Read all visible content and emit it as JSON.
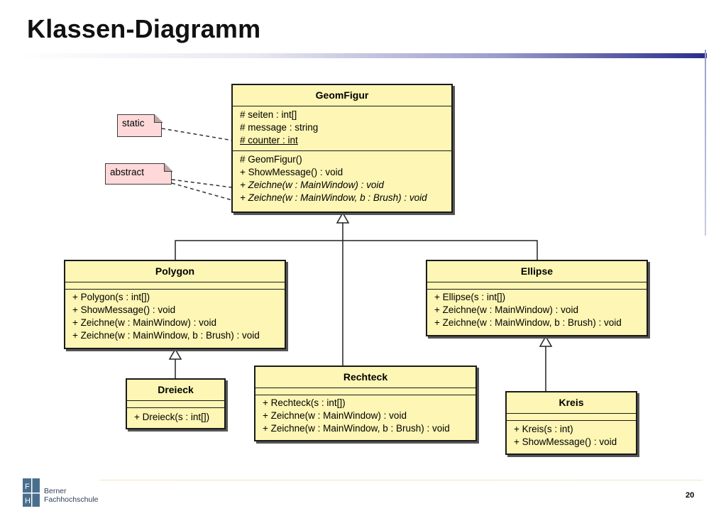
{
  "slide": {
    "title": "Klassen-Diagramm",
    "page_number": "20"
  },
  "footer": {
    "logo_letters": [
      "F",
      "H"
    ],
    "logo_lines": [
      "Berner",
      "Fachhochschule"
    ]
  },
  "notes": {
    "static": "static",
    "abstract": "abstract"
  },
  "classes": {
    "geomfigur": {
      "name": "GeomFigur",
      "attributes": [
        "# seiten : int[]",
        "# message : string",
        "# counter : int"
      ],
      "operations": [
        "# GeomFigur()",
        "+ ShowMessage() : void",
        "+ Zeichne(w : MainWindow) : void",
        "+ Zeichne(w : MainWindow, b : Brush) : void"
      ]
    },
    "polygon": {
      "name": "Polygon",
      "operations": [
        "+ Polygon(s : int[])",
        "+ ShowMessage() : void",
        "+ Zeichne(w : MainWindow) : void",
        "+ Zeichne(w : MainWindow, b : Brush) : void"
      ]
    },
    "ellipse": {
      "name": "Ellipse",
      "operations": [
        "+ Ellipse(s : int[])",
        "+ Zeichne(w : MainWindow) : void",
        "+ Zeichne(w : MainWindow, b : Brush) : void"
      ]
    },
    "dreieck": {
      "name": "Dreieck",
      "operations": [
        "+ Dreieck(s : int[])"
      ]
    },
    "rechteck": {
      "name": "Rechteck",
      "operations": [
        "+ Rechteck(s : int[])",
        "+ Zeichne(w : MainWindow) : void",
        "+ Zeichne(w : MainWindow, b : Brush) : void"
      ]
    },
    "kreis": {
      "name": "Kreis",
      "operations": [
        "+ Kreis(s : int)",
        "+ ShowMessage() : void"
      ]
    }
  },
  "colors": {
    "class_fill": "#fdf6b4",
    "note_fill": "#ffd9d9",
    "accent": "#2a2d8a"
  }
}
